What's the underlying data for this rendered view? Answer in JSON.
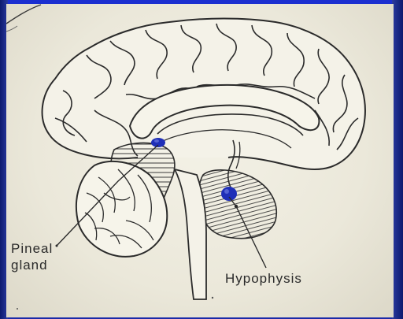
{
  "labels": {
    "pineal_line1": "Pineal",
    "pineal_line2": "gland",
    "hypophysis": "Hypophysis"
  },
  "colors": {
    "background": "#ecead c",
    "line": "#2b2b2b",
    "highlight": "#1f2fb8",
    "frame": "#1b2fd0"
  }
}
